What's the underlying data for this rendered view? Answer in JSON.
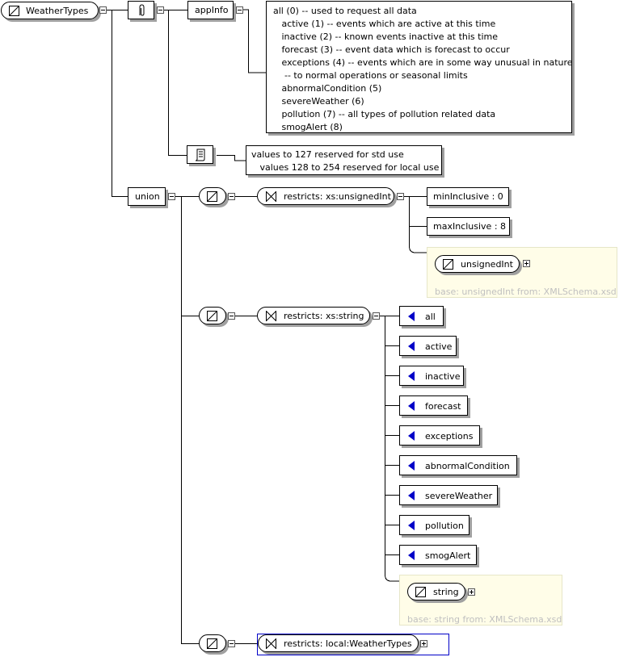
{
  "root": {
    "name": "WeatherTypes"
  },
  "annotation": {
    "appinfo_label": "appInfo",
    "appinfo_lines": [
      "all (0) -- used to request all data",
      "   active (1) -- events which are active at this time",
      "   inactive (2) -- known events inactive at this time",
      "   forecast (3) -- event data which is forecast to occur",
      "   exceptions (4) -- events which are in some way unusual in nature",
      "    -- to normal operations or seasonal limits",
      "   abnormalCondition (5)",
      "   severeWeather (6)",
      "   pollution (7) -- all types of pollution related data",
      "   smogAlert (8)"
    ],
    "documentation_lines": [
      "values to 127 reserved for std use",
      "   values 128 to 254 reserved for local use"
    ]
  },
  "union": {
    "label": "union"
  },
  "member1": {
    "restriction": "restricts: xs:unsignedInt",
    "facets": [
      "minInclusive : 0",
      "maxInclusive : 8"
    ],
    "base_type": "unsignedInt",
    "base_note": "base: unsignedInt from: XMLSchema.xsd"
  },
  "member2": {
    "restriction": "restricts: xs:string",
    "enumerations": [
      "all",
      "active",
      "inactive",
      "forecast",
      "exceptions",
      "abnormalCondition",
      "severeWeather",
      "pollution",
      "smogAlert"
    ],
    "base_type": "string",
    "base_note": "base: string from: XMLSchema.xsd"
  },
  "member3": {
    "restriction": "restricts: local:WeatherTypes"
  },
  "colors": {
    "enum_marker": "#0000c8",
    "base_bg": "#fffde8",
    "selection": "#0000c8"
  }
}
